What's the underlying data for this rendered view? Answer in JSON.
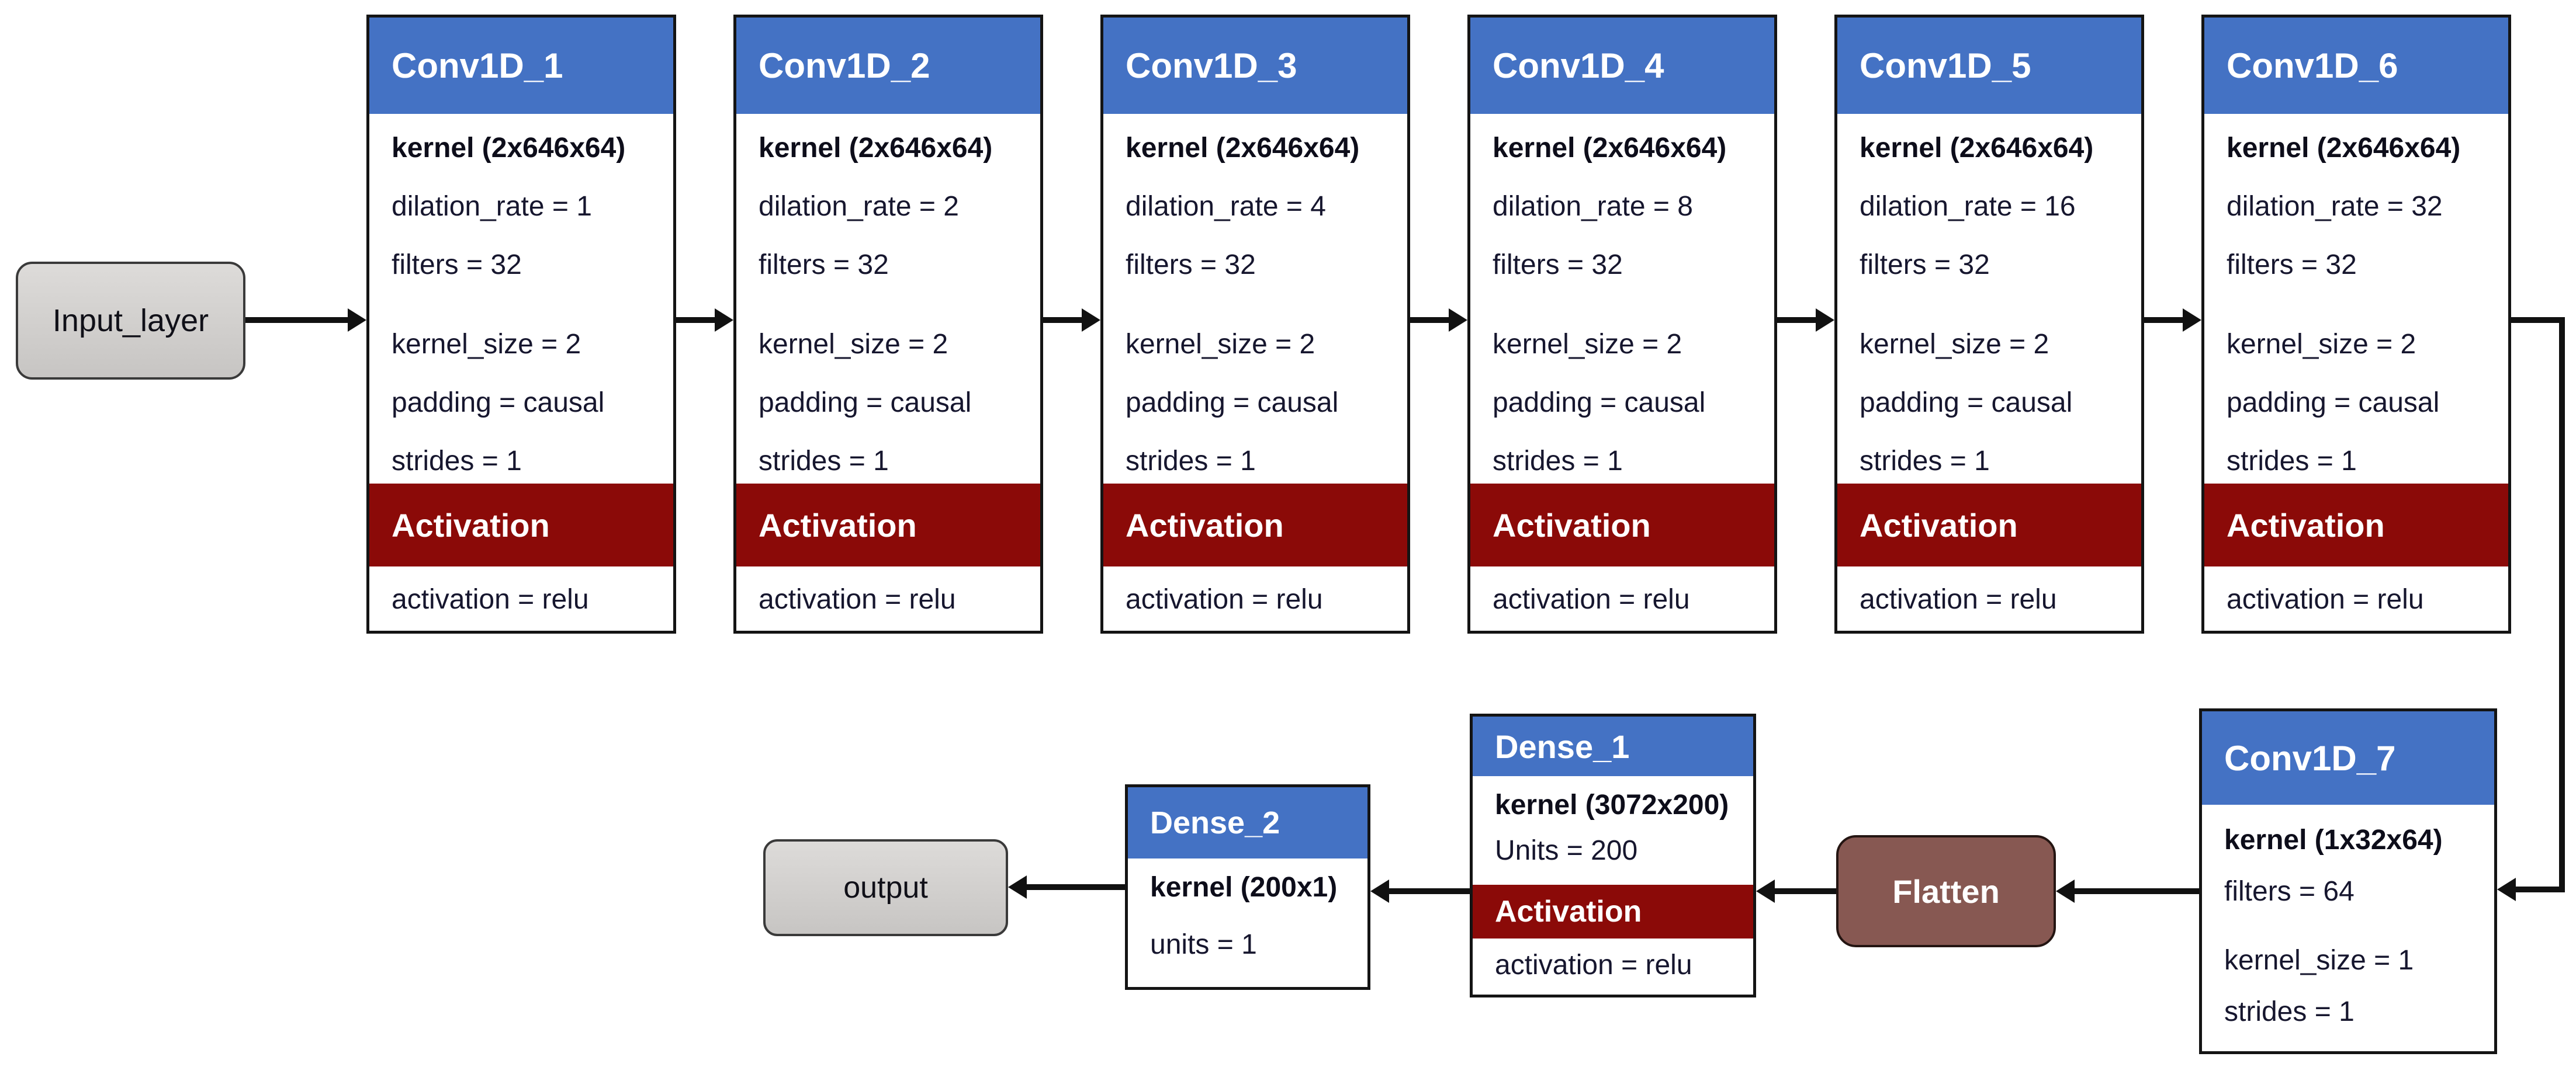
{
  "diagram": {
    "title_hint": "Dilated causal Conv1D network architecture",
    "input_node": {
      "label": "Input_layer"
    },
    "output_node": {
      "label": "output"
    },
    "flatten_node": {
      "label": "Flatten"
    },
    "conv_layers": [
      {
        "title": "Conv1D_1",
        "kernel": "kernel (2x646x64)",
        "dilation_rate": "dilation_rate = 1",
        "filters": "filters  = 32",
        "kernel_size": "kernel_size = 2",
        "padding": "padding = causal",
        "strides": "strides = 1",
        "activation_header": "Activation",
        "activation_value": "activation = relu"
      },
      {
        "title": "Conv1D_2",
        "kernel": "kernel (2x646x64)",
        "dilation_rate": "dilation_rate = 2",
        "filters": "filters  = 32",
        "kernel_size": "kernel_size = 2",
        "padding": "padding = causal",
        "strides": "strides = 1",
        "activation_header": "Activation",
        "activation_value": "activation = relu"
      },
      {
        "title": "Conv1D_3",
        "kernel": "kernel (2x646x64)",
        "dilation_rate": "dilation_rate = 4",
        "filters": "filters  = 32",
        "kernel_size": "kernel_size = 2",
        "padding": "padding = causal",
        "strides": "strides = 1",
        "activation_header": "Activation",
        "activation_value": "activation = relu"
      },
      {
        "title": "Conv1D_4",
        "kernel": "kernel (2x646x64)",
        "dilation_rate": "dilation_rate = 8",
        "filters": "filters  = 32",
        "kernel_size": "kernel_size = 2",
        "padding": "padding = causal",
        "strides": "strides = 1",
        "activation_header": "Activation",
        "activation_value": "activation = relu"
      },
      {
        "title": "Conv1D_5",
        "kernel": "kernel (2x646x64)",
        "dilation_rate": "dilation_rate = 16",
        "filters": "filters  = 32",
        "kernel_size": "kernel_size = 2",
        "padding": "padding = causal",
        "strides": "strides = 1",
        "activation_header": "Activation",
        "activation_value": "activation = relu"
      },
      {
        "title": "Conv1D_6",
        "kernel": "kernel (2x646x64)",
        "dilation_rate": "dilation_rate = 32",
        "filters": "filters  = 32",
        "kernel_size": "kernel_size = 2",
        "padding": "padding = causal",
        "strides": "strides = 1",
        "activation_header": "Activation",
        "activation_value": "activation = relu"
      }
    ],
    "conv7": {
      "title": "Conv1D_7",
      "kernel": "kernel (1x32x64)",
      "filters": "filters = 64",
      "kernel_size": "kernel_size = 1",
      "strides": "strides = 1"
    },
    "dense1": {
      "title": "Dense_1",
      "kernel": "kernel (3072x200)",
      "units": "Units = 200",
      "activation_header": "Activation",
      "activation_value": "activation = relu"
    },
    "dense2": {
      "title": "Dense_2",
      "kernel": "kernel (200x1)",
      "units": "units = 1"
    },
    "colors": {
      "header_blue": "#4472C4",
      "activation_red": "#8B0A08",
      "flatten_brown": "#875852",
      "terminal_gray": "#D2D0CE",
      "arrow_black": "#111111",
      "body_text": "#16162E"
    }
  }
}
